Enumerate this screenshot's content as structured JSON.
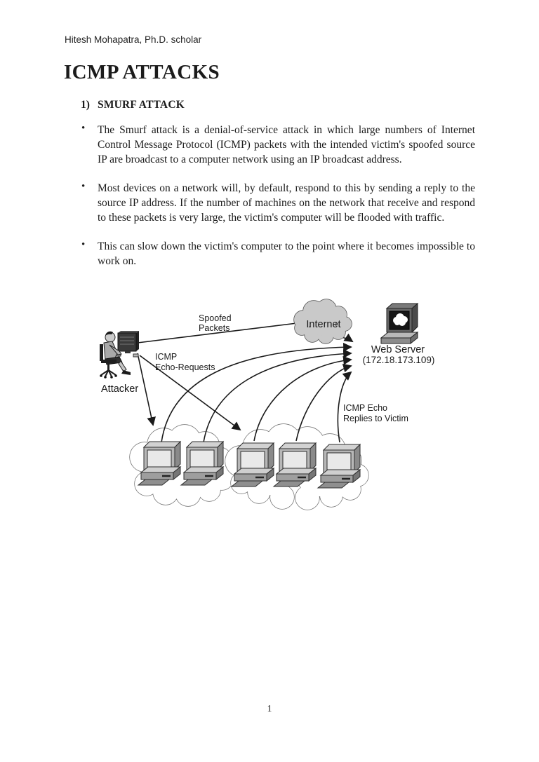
{
  "page": {
    "header": "Hitesh Mohapatra, Ph.D. scholar",
    "title": "ICMP ATTACKS",
    "page_number": "1"
  },
  "section": {
    "number": "1)",
    "heading": "SMURF ATTACK"
  },
  "bullet_char": "•",
  "bullets": [
    "The Smurf attack is a denial-of-service attack in which large numbers of Internet Control Message Protocol (ICMP) packets with the intended victim's spoofed source IP are broadcast to a computer network using an IP broadcast address.",
    "Most devices on a network will, by default, respond to this by sending a reply to the source IP address. If the number of machines on the network that receive and respond to these packets is very large, the victim's computer will be flooded with traffic.",
    "This can slow down the victim's computer to the point where it becomes impossible to work on."
  ],
  "diagram": {
    "labels": {
      "attacker": "Attacker",
      "spoofed": [
        "Spoofed",
        "Packets"
      ],
      "internet": "Internet",
      "web_server": [
        "Web Server",
        "(172.18.173.109)"
      ],
      "echo_requests": [
        "ICMP",
        "Echo-Requests"
      ],
      "echo_replies": [
        "ICMP Echo",
        "Replies to Victim"
      ]
    },
    "colors": {
      "line": "#1a1a1a",
      "internet_cloud_fill": "#c9c9c9",
      "victim_cloud_fill": "#ffffff",
      "cloud_stroke": "#6e6e6e"
    }
  }
}
